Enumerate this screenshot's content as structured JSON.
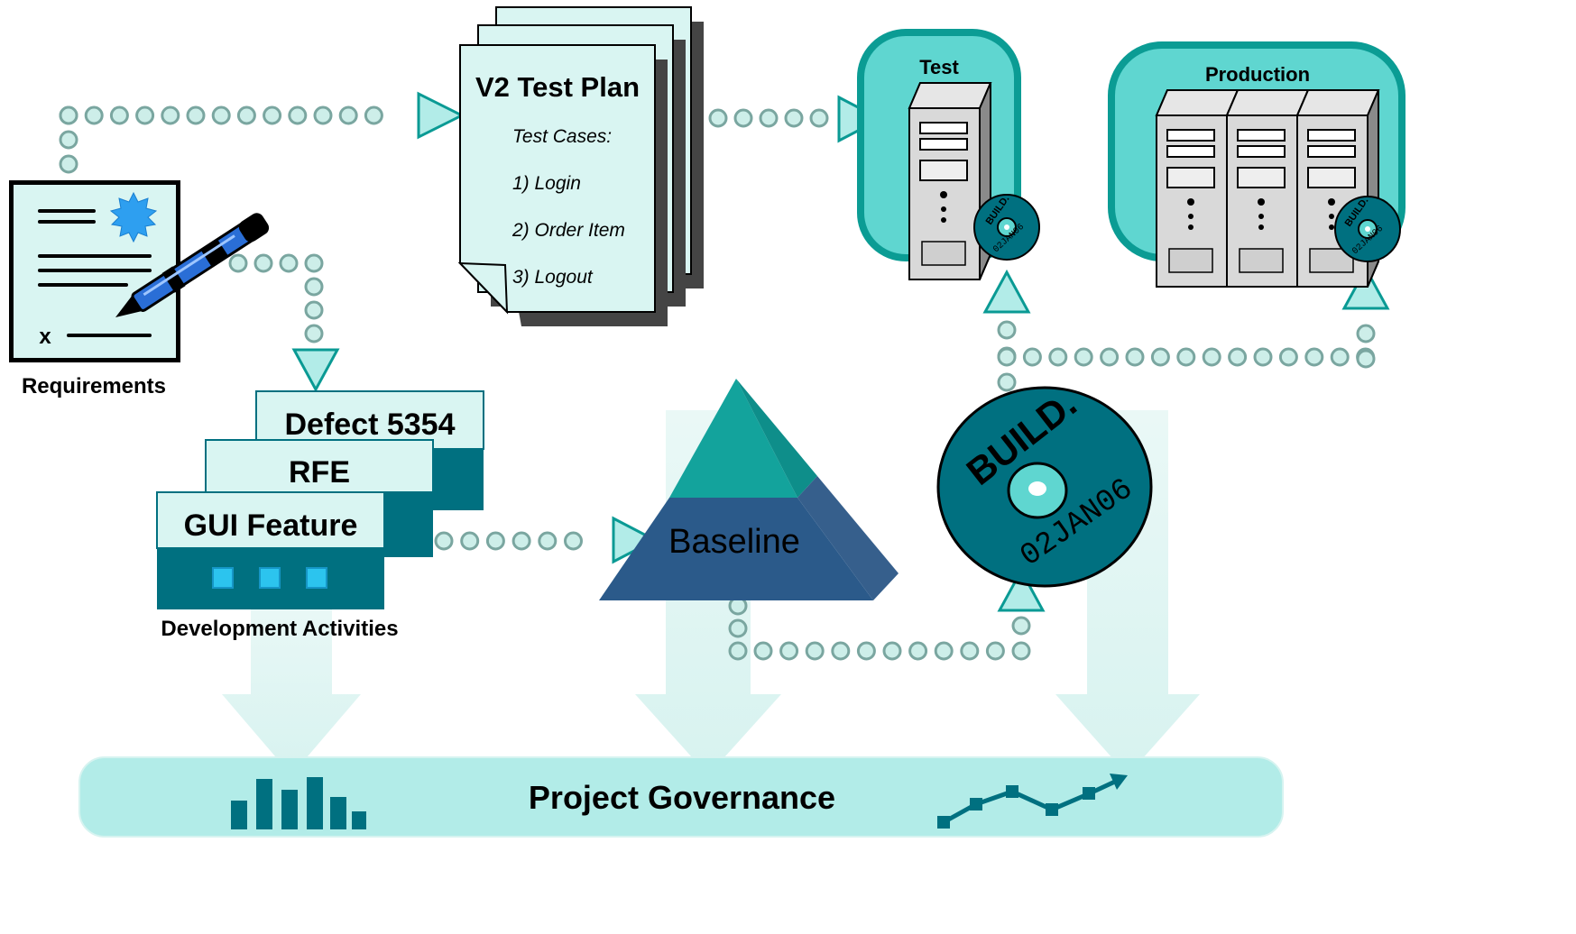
{
  "requirements": {
    "label": "Requirements",
    "sign_mark": "x"
  },
  "test_plan": {
    "title": "V2 Test Plan",
    "subtitle": "Test Cases:",
    "items": [
      "1) Login",
      "2) Order Item",
      "3) Logout"
    ]
  },
  "test_env": {
    "label": "Test",
    "disc_line1": "BUILD.",
    "disc_line2": "02JAN06"
  },
  "production_env": {
    "label": "Production",
    "disc_line1": "BUILD.",
    "disc_line2": "02JAN06"
  },
  "dev_activities": {
    "label": "Development Activities",
    "cards": [
      "Defect 5354",
      "RFE",
      "GUI Feature"
    ]
  },
  "baseline": {
    "label": "Baseline"
  },
  "build_disc": {
    "line1": "BUILD.",
    "line2": "02JAN06"
  },
  "governance": {
    "label": "Project Governance"
  },
  "colors": {
    "teal_light": "#b2ece8",
    "teal_mid": "#5fd6d0",
    "teal_dark": "#007080",
    "navy": "#2b5a8a",
    "connector_fill": "#cdeee9",
    "connector_stroke": "#7aa6a0",
    "pen_blue": "#2a6ed6"
  },
  "icons": [
    "document-icon",
    "seal-icon",
    "pen-icon",
    "server-icon",
    "disc-icon",
    "bar-chart-icon",
    "trend-line-icon",
    "arrow-icon"
  ]
}
